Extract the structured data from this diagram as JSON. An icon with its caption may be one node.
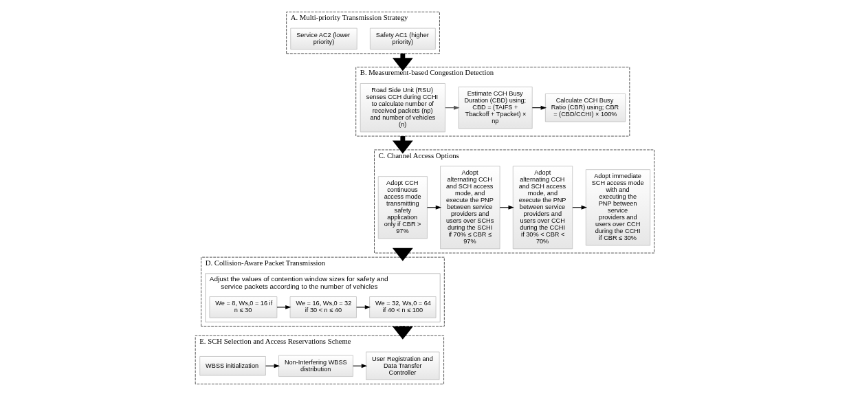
{
  "diagram": {
    "nodes": [
      {
        "text": [
          "A. Multi-priority Transmission Strategy"
        ]
      },
      {
        "text": [
          "Safety AC1 (higher priority)"
        ],
        "in": 0
      },
      {
        "text": [
          "Service AC2 (lower priority)"
        ],
        "in": 0
      },
      {
        "text": [
          "B. Measurement-based Congestion Detection"
        ]
      },
      {
        "text": [
          "Road Side Unit (RSU) senses CCH during CCHI to calculate number of received packets (np) and number of vehicles (n)"
        ],
        "in": 3
      },
      {
        "text": [
          "Estimate CCH Busy Duration (CBD) using; CBD = (TAIFS + Tbackoff + Tpacket) × np"
        ],
        "in": 3
      },
      {
        "text": [
          "Calculate CCH Busy Ratio (CBR) using; CBR = (CBD/CCHI) × 100%"
        ],
        "in": 3
      },
      {
        "text": [
          "C. Channel Access Options"
        ]
      },
      {
        "text": [
          "Adopt CCH continuous access mode transmitting safety application only if CBR > 97%"
        ],
        "in": 7
      },
      {
        "text": [
          "Adopt alternating CCH and SCH access mode, and execute the PNP between service providers and users over SCHs during the SCHI if 70% ≤ CBR ≤ 97%"
        ],
        "in": 7
      },
      {
        "text": [
          "Adopt alternating CCH and SCH access mode, and execute the PNP between service providers and users over CCH during the CCHI if 30% < CBR < 70%"
        ],
        "in": 7
      },
      {
        "text": [
          "Adopt immediate SCH access mode with and executing the PNP between service providers and users over CCH during the CCHI if CBR ≤ 30%"
        ],
        "in": 7
      },
      {
        "text": [
          "D. Collision-Aware Packet Transmission"
        ]
      },
      {
        "text": [
          "Adjust the values of contention window sizes for safety and service packets according to the number of vehicles"
        ],
        "in": 12
      },
      {
        "text": [
          "We = 32, Ws,0 = 64 if 40 < n ≤ 100"
        ],
        "in": 13
      },
      {
        "text": [
          "We = 16, Ws,0 = 32 if 30 < n ≤ 40"
        ],
        "in": 13
      },
      {
        "text": [
          "We = 8, Ws,0 = 16 if n ≤ 30"
        ],
        "in": 13
      },
      {
        "text": [
          "E. SCH Selection and Access Reservations Scheme"
        ]
      },
      {
        "text": [
          "User Registration and Data Transfer Controller"
        ],
        "in": 17
      },
      {
        "text": [
          "Non-Interfering WBSS distribution"
        ],
        "in": 17
      },
      {
        "text": [
          "WBSS initialization"
        ],
        "in": 17
      }
    ],
    "edges": [
      {
        "from": 0,
        "to": 3,
        "arrow": "to",
        "style": "thick"
      },
      {
        "from": 3,
        "to": 7,
        "arrow": "to",
        "style": "thick"
      },
      {
        "from": 7,
        "to": 12,
        "arrow": "to",
        "style": "thick"
      },
      {
        "from": 12,
        "to": 17,
        "arrow": "to",
        "style": "thick"
      },
      {
        "from": 4,
        "to": 5,
        "arrow": "to",
        "color": "#555555"
      },
      {
        "from": 5,
        "to": 6,
        "arrow": "to"
      },
      {
        "from": 8,
        "to": 9,
        "arrow": "to"
      },
      {
        "from": 9,
        "to": 10,
        "arrow": "to"
      },
      {
        "from": 10,
        "to": 11,
        "arrow": "to"
      },
      {
        "from": 16,
        "to": 15,
        "arrow": "to"
      },
      {
        "from": 15,
        "to": 14,
        "arrow": "to"
      },
      {
        "from": 20,
        "to": 19,
        "arrow": "to"
      },
      {
        "from": 19,
        "to": 18,
        "arrow": "to"
      }
    ]
  }
}
